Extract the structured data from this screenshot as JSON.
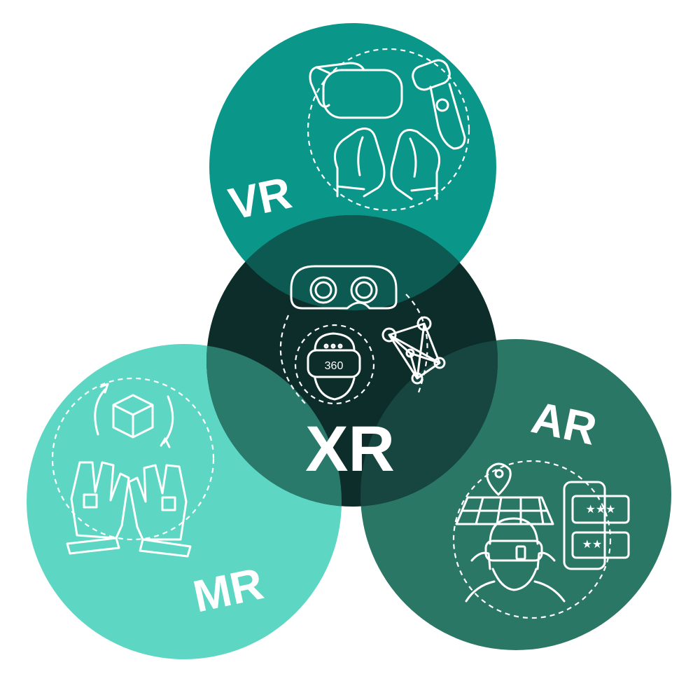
{
  "diagram": {
    "center_label": "XR",
    "vr": {
      "label": "VR"
    },
    "ar": {
      "label": "AR"
    },
    "mr": {
      "label": "MR"
    },
    "badge_360": "360"
  },
  "colors": {
    "vr": "#0a978a",
    "ar": "#2b7766",
    "mr": "#5dd7c3",
    "xr_core": "#0c2d2a",
    "vr_xr": "#0c5a52",
    "ar_xr": "#16463f",
    "mr_xr": "#2a7a6c",
    "ar_mr": "#2b7766"
  }
}
